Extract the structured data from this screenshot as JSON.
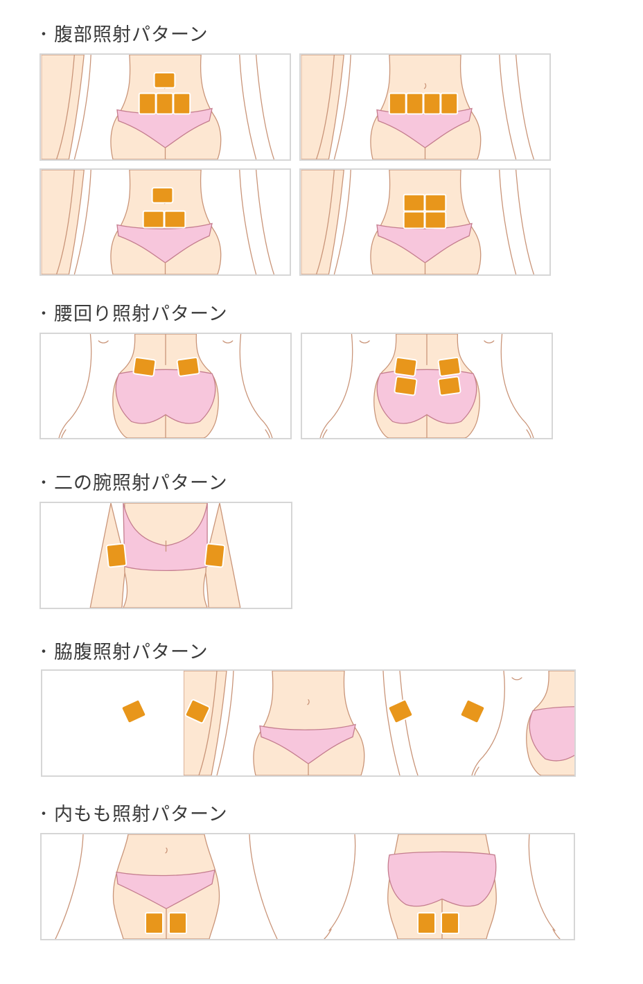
{
  "headings": {
    "abdomen": "腹部照射パターン",
    "waist": "腰回り照射パターン",
    "upper_arm": "二の腕照射パターン",
    "flank": "脇腹照射パターン",
    "inner_thigh": "内もも照射パターン"
  },
  "bullet": "・",
  "colors": {
    "pad": "#e8961b",
    "skin": "#fde7d2",
    "garment": "#f7c6dc",
    "outline": "#c99478",
    "panel_border": "#d6d6d6"
  }
}
